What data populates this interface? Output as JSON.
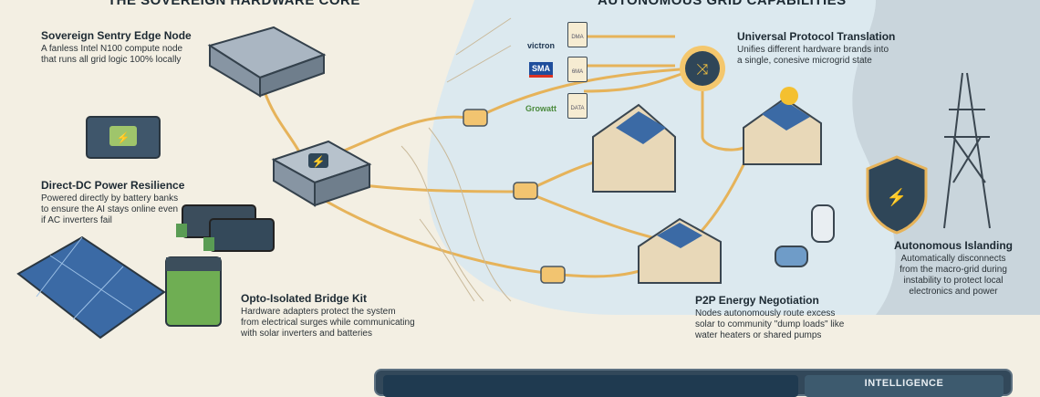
{
  "left": {
    "title": "THE SOVEREIGN HARDWARE CORE",
    "items": [
      {
        "heading": "Sovereign Sentry Edge Node",
        "text": [
          "A fanless Intel N100 compute node",
          "that runs all grid logic 100% locally"
        ]
      },
      {
        "heading": "Direct-DC Power Resilience",
        "text": [
          "Powered directly by battery banks",
          "to ensure the AI stays online even",
          "if AC inverters fail"
        ]
      },
      {
        "heading": "Opto-Isolated Bridge Kit",
        "text": [
          "Hardware adapters protect the system",
          "from electrical surges while communicating",
          "with solar inverters and batteries"
        ]
      }
    ]
  },
  "right": {
    "title": "AUTONOMOUS GRID CAPABILITIES",
    "brands": [
      "victron",
      "SMA",
      "Growatt"
    ],
    "docs": [
      "DMA",
      "6MA",
      "DATA"
    ],
    "items": [
      {
        "heading": "Universal Protocol Translation",
        "text": [
          "Unifies different hardware brands into",
          "a single, conesive microgrid state"
        ]
      },
      {
        "heading": "P2P Energy Negotiation",
        "text": [
          "Nodes autonomously route excess",
          "solar to community \"dump loads\" like",
          "water heaters or shared pumps"
        ]
      },
      {
        "heading": "Autonomous Islanding",
        "text": [
          "Automatically disconnects",
          "from the macro-grid during",
          "instability to protect local",
          "electronics and power"
        ]
      }
    ]
  },
  "footer": {
    "intelligence_label": "INTELLIGENCE"
  }
}
